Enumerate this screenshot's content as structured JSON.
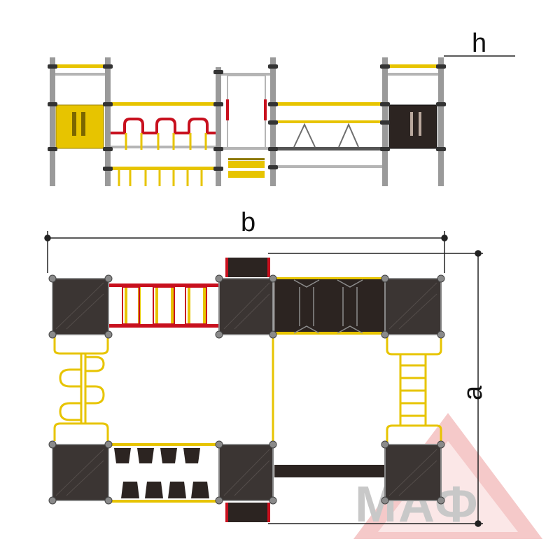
{
  "dimensions": {
    "height_label": "h",
    "width_label": "b",
    "depth_label": "a"
  },
  "watermark": {
    "logo_text": "МАФ"
  },
  "colors": {
    "post": "#9a9a9a",
    "post_dark": "#6e6e6e",
    "yellow": "#e7c400",
    "red": "#c8101e",
    "deck": "#3b3533",
    "dark_panel": "#2c2421",
    "logo_red": "#f3c3c3",
    "logo_gray": "#c8c8c8"
  }
}
